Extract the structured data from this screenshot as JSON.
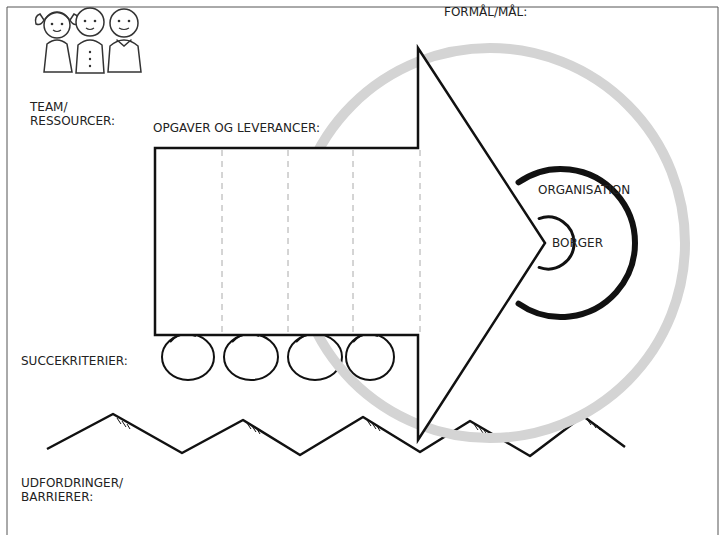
{
  "diagram": {
    "nodes": [
      {
        "text": [
          "OPGAVER OG LEVERANCER:"
        ]
      },
      {
        "text": [
          "FORMÅL/MÅL:"
        ]
      },
      {
        "text": [
          "ORGANISATION"
        ],
        "in": 1
      },
      {
        "text": [
          "BORGER"
        ],
        "in": 2
      }
    ],
    "labels": [
      "TEAM/ RESSOURCER:",
      "SUCCEKRITERIER:",
      "UDFORDRINGER/ BARRIERER:"
    ]
  }
}
